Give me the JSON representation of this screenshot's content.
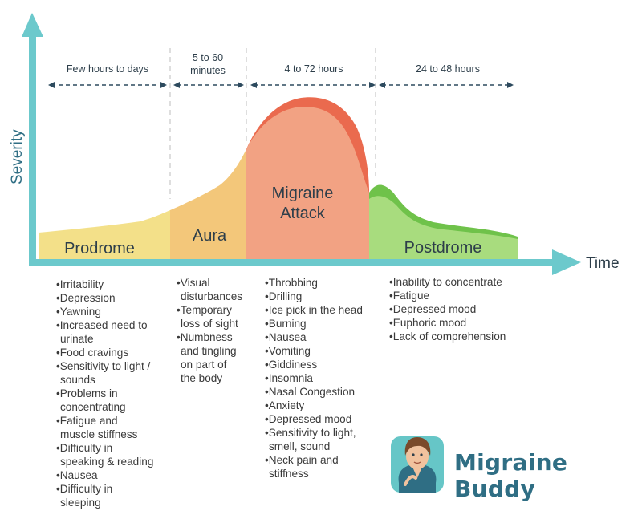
{
  "axes": {
    "y_label": "Severity",
    "x_label": "Time"
  },
  "phases": [
    {
      "name": "Prodrome",
      "duration": "Few hours to days",
      "symptoms": [
        "•Irritability",
        "•Depression",
        "•Yawning",
        "•Increased need to",
        "urinate",
        "•Food cravings",
        "•Sensitivity to light /",
        "sounds",
        "•Problems in",
        "concentrating",
        "•Fatigue and",
        "muscle stiffness",
        "•Difficulty in",
        "speaking & reading",
        "•Nausea",
        "•Difficulty in",
        "sleeping"
      ]
    },
    {
      "name": "Aura",
      "duration_line1": "5 to 60",
      "duration_line2": "minutes",
      "symptoms": [
        "•Visual",
        "disturbances",
        "•Temporary",
        "loss of sight",
        "•Numbness",
        "and tingling",
        "on part of",
        "the body"
      ]
    },
    {
      "name_line1": "Migraine",
      "name_line2": "Attack",
      "duration": "4 to 72 hours",
      "symptoms": [
        "•Throbbing",
        "•Drilling",
        "•Ice pick in the head",
        "•Burning",
        "•Nausea",
        "•Vomiting",
        "•Giddiness",
        "•Insomnia",
        "•Nasal Congestion",
        "•Anxiety",
        "•Depressed mood",
        "•Sensitivity to light,",
        "smell, sound",
        "•Neck pain and",
        "stiffness"
      ]
    },
    {
      "name": "Postdrome",
      "duration": "24 to 48 hours",
      "symptoms": [
        "•Inability to concentrate",
        "•Fatigue",
        "•Depressed mood",
        "•Euphoric mood",
        "•Lack of comprehension"
      ]
    }
  ],
  "brand": {
    "name": "Migraine Buddy"
  },
  "colors": {
    "axis": "#6cc9cc",
    "prodrome": "#f3e089",
    "aura": "#f3c77a",
    "attack": "#f2a283",
    "attack_peak": "#ea6a4e",
    "postdrome": "#a8dc7e",
    "postdrome_dark": "#6fc24a",
    "text_dark": "#2d3e4a",
    "brand": "#2f6e84"
  }
}
